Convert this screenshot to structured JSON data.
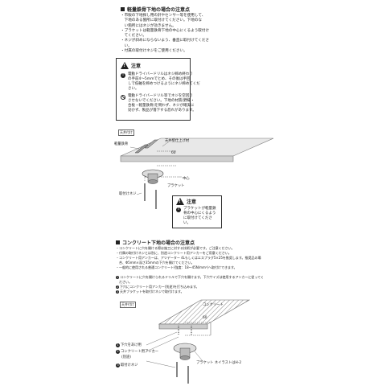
{
  "section1": {
    "title": "軽量鉄骨下地の場合の注意点",
    "notes": [
      "・市販の下地探し用の針やセンサー等を使用して、",
      "　下地のある箇所に取付けてください。下地のな",
      "　い箇所にはネジが効きません。",
      "・ブラケットは軽量鉄骨下地の中心にくるよう取付け",
      "　てください。",
      "・ネジが斜めにならないよう、垂直に取付けてくださ",
      "　い。",
      "・付属の取付けネジをご使用ください。"
    ],
    "caution": {
      "title": "注意",
      "item1": [
        "電動ドライバードリルはネジ締め終わり",
        "の手前4～5mmでとめ、その後は手回",
        "しで低軸を締めつけるようにネジ締めてくだ",
        "さい。"
      ],
      "item2": [
        "電動ドライバードリル等でネジを空回り",
        "させないでください。下地の材質(野縁・",
        "合板・軽量鉄骨)を問わず、ネジが確実に",
        "効かず、製品が落下する恐れがあります。"
      ]
    },
    "diagram": {
      "tag": "天井付け",
      "label_steel": "軽量鉄骨",
      "label_ceiling": "天井壁仕上げ材",
      "dim": "60",
      "label_center": "中心",
      "label_bracket": "ブラケット",
      "label_screw": "取付けネジ",
      "caution_title": "注意",
      "caution_text": [
        "ブラケットが軽量鉄",
        "骨の中心にくるよう",
        "に取付けてくださ",
        "い。"
      ]
    }
  },
  "section2": {
    "title": "コンクリート下地の場合の注意点",
    "notes": [
      "・コンクリートに穴を開ける際は施工に対する技術が必要です。ご注意ください。",
      "・付属の取付けネジとは別に、別途コンクリート用アンカーをご用意ください。",
      "・コンクリート用アンカーは、アツデーター 4Lもしくはエスプラグ5×25を推奨します。推奨品の場",
      "　合、Φ5mm×深さ35mmの下穴を開けてください。",
      "・一般的に使用される普通コンクリート(強度：18～45N/mm²)へ取付けできます。"
    ],
    "steps": [
      "コンクリートに穴を開けられるドリルで下穴を開けます。下穴サイズは使用するアンカーに従ってく",
      "ださい。",
      "下穴にコンクリート用アンカー(別途)を打ち込みます。",
      "天井ブラケットを取付けネジで取付けます。"
    ],
    "diagram": {
      "tag": "天井付け",
      "label_concrete": "コンクリート",
      "dim": "60",
      "label_hole": "下穴をあけ用",
      "label_anchor": "コンクリート用アンカー",
      "label_anchor_sub": "(別途)",
      "label_screw": "取付けネジ",
      "label_bracket": "ブラケット ネイラストはH-2",
      "num1": "1",
      "num2": "2",
      "num3": "3"
    }
  }
}
